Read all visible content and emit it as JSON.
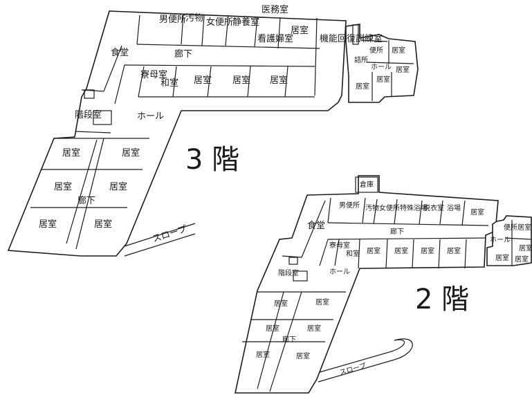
{
  "floor3": {
    "floor_label": "3 階",
    "rooms": {
      "toilet_male": "男便所",
      "soiled": "汚物",
      "toilet_female": "女便所",
      "rest": "静養室",
      "medical": "医務室",
      "nurse": "看護婦室",
      "living_ne": "居室",
      "rehab": "機能回復訓練室",
      "dining": "食堂",
      "corridor_top": "廊下",
      "dorm_mother": "寮母室",
      "japanese": "和室",
      "living_mid": [
        "居室",
        "居室",
        "居室"
      ],
      "hall": "ホール",
      "stairs": "階段室",
      "living_left": [
        "居室",
        "居室",
        "居室",
        "居室",
        "居室",
        "居室"
      ],
      "corridor_left": "廊下",
      "slope": "スロープ",
      "annex_station": "詰所",
      "annex_toilet": "便所",
      "annex_hall": "ホール",
      "annex_rooms": [
        "居室",
        "居室",
        "居室",
        "居室"
      ]
    }
  },
  "floor2": {
    "floor_label": "2 階",
    "rooms": {
      "storage": "倉庫",
      "toilet_male": "男便所",
      "soiled": "汚物",
      "toilet_female": "女便所",
      "special_bath": "特殊浴場",
      "changing": "脱衣室",
      "bath": "浴場",
      "living_ne": "居室",
      "dining": "食堂",
      "corridor_top": "廊下",
      "dorm_mother": "寮母室",
      "japanese": "和室",
      "living_mid": [
        "居室",
        "居室",
        "居室",
        "居室"
      ],
      "hall": "ホール",
      "stairs": "階段室",
      "living_left": [
        "居室",
        "居室",
        "居室",
        "居室",
        "居室",
        "居室"
      ],
      "corridor_left": "廊下",
      "slope": "スロープ",
      "annex_toilet": "便所",
      "annex_hall": "ホール",
      "annex_rooms": [
        "居室",
        "居室",
        "居室",
        "居室"
      ]
    }
  }
}
